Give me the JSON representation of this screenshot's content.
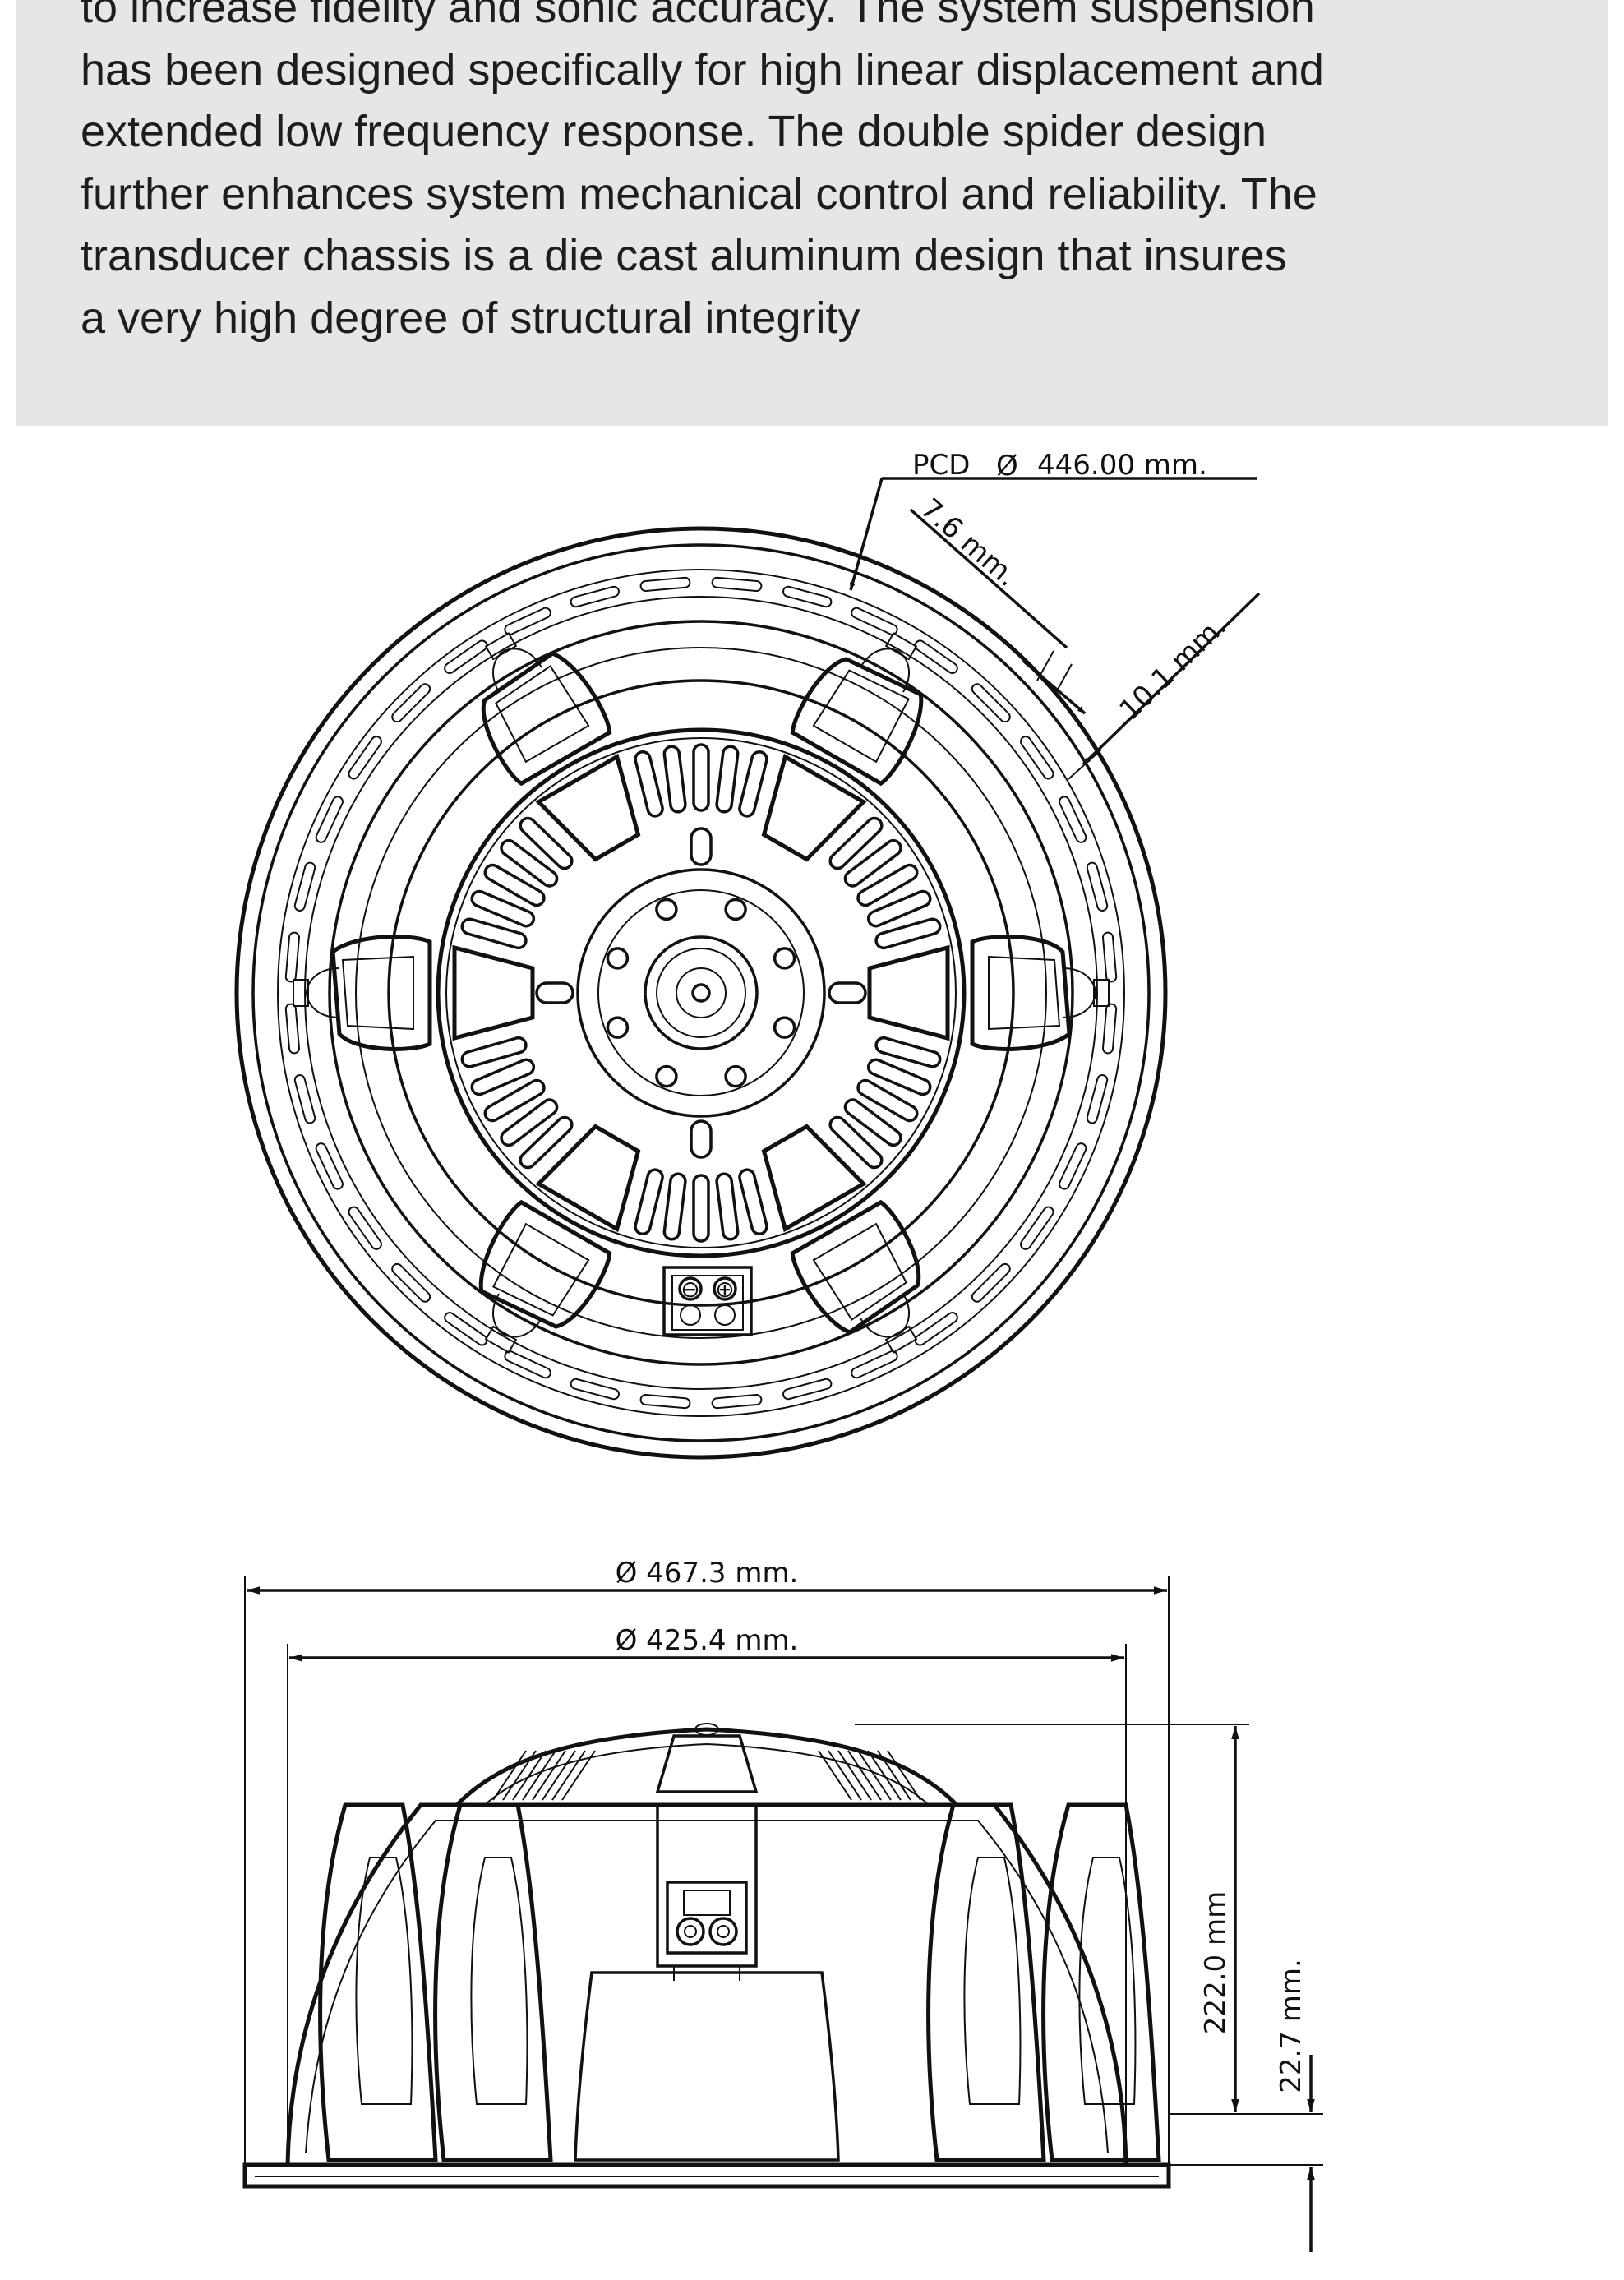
{
  "description": {
    "lines": [
      "to increase fidelity and sonic accuracy. The system suspension",
      "has been designed specifically for high linear displacement and",
      "extended low frequency response. The double spider design",
      "further enhances system mechanical control and reliability. The",
      "transducer chassis is a die cast aluminum design that insures",
      "a very high degree of structural integrity"
    ]
  },
  "front_view": {
    "pcd_label": "PCD",
    "pcd_symbol": "Ø",
    "pcd_value": "446.00 mm.",
    "dim_a": "7.6 mm.",
    "dim_b": "10.1 mm.",
    "terminal_minus": "⊖",
    "terminal_plus": "⊕"
  },
  "side_view": {
    "outer_diameter": "Ø 467.3 mm.",
    "inner_diameter": "Ø 425.4 mm.",
    "height": "222.0 mm",
    "flange_depth": "22.7 mm."
  },
  "colors": {
    "panel": "#e6e6e6",
    "line": "#111111",
    "text": "#1d1d1b"
  }
}
